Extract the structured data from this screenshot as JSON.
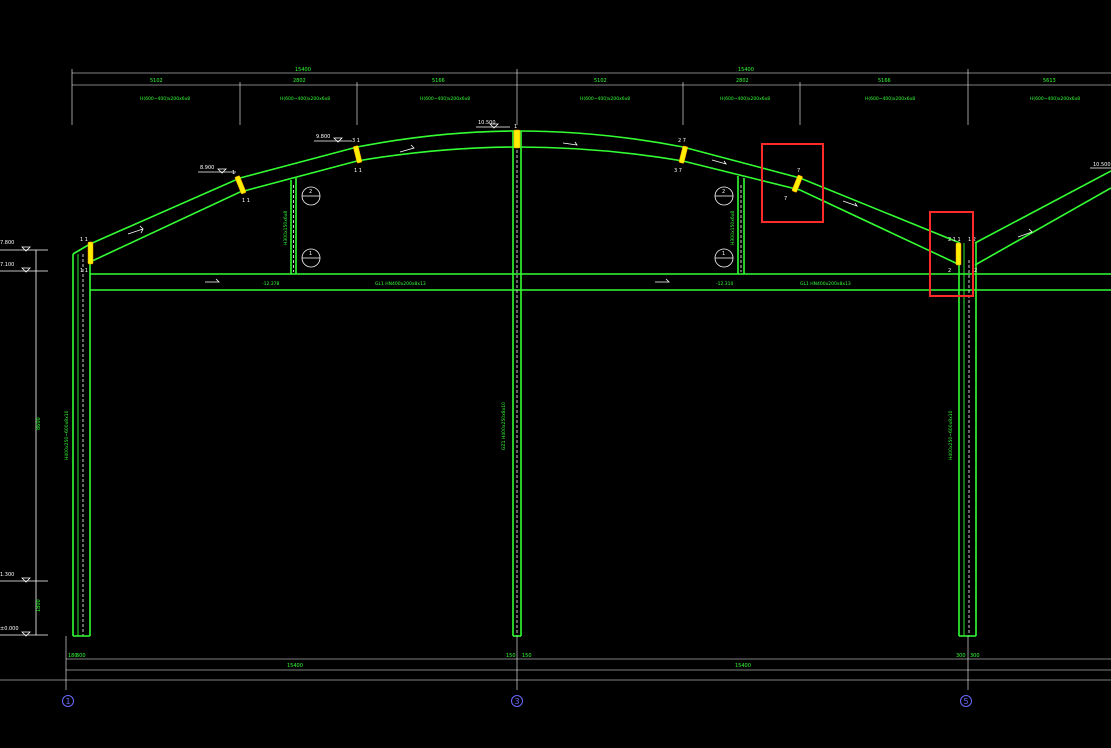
{
  "dimensions": {
    "overall_top": [
      "15400",
      "15400"
    ],
    "panels": [
      "5102",
      "2802",
      "5166",
      "5102",
      "2802",
      "5166",
      "5613"
    ],
    "overall_bottom": [
      "15400",
      "15400"
    ],
    "bottom_small": [
      "180",
      "600",
      "150",
      "150",
      "300",
      "300"
    ],
    "left_vertical": [
      "8600",
      "1800"
    ]
  },
  "elevations": {
    "peak": "10.500",
    "upper_left": "9.800",
    "lower_left": "8.900",
    "right_edge": "10.500",
    "left_col_top": "7.800",
    "left_col_mid": "7.100",
    "left_low": "1.300",
    "left_ground": "±0.000"
  },
  "labels": {
    "tie_beam_left": "GL1  HN400x200x8x13",
    "tie_beam_right": "GL1  HN400x200x8x13",
    "mid_label_left": "-12.378",
    "mid_label_right": "-12.310",
    "col_left": "H400x250~600x8x10",
    "col_center": "GZ1 H400x250x8x10",
    "col_right": "H400x250~600x8x10",
    "strut_left": "H300x150x6x8",
    "strut_right": "H300x150x6x8",
    "rafter_seg": "H(600~400)x200x6x8"
  },
  "markers": {
    "circle_1": "1",
    "circle_2": "2"
  },
  "axes": [
    "1",
    "3",
    "5"
  ],
  "highlight_colors": {
    "box": "#ff2a2a",
    "member": "#33ff33",
    "joint": "#ffee00"
  }
}
